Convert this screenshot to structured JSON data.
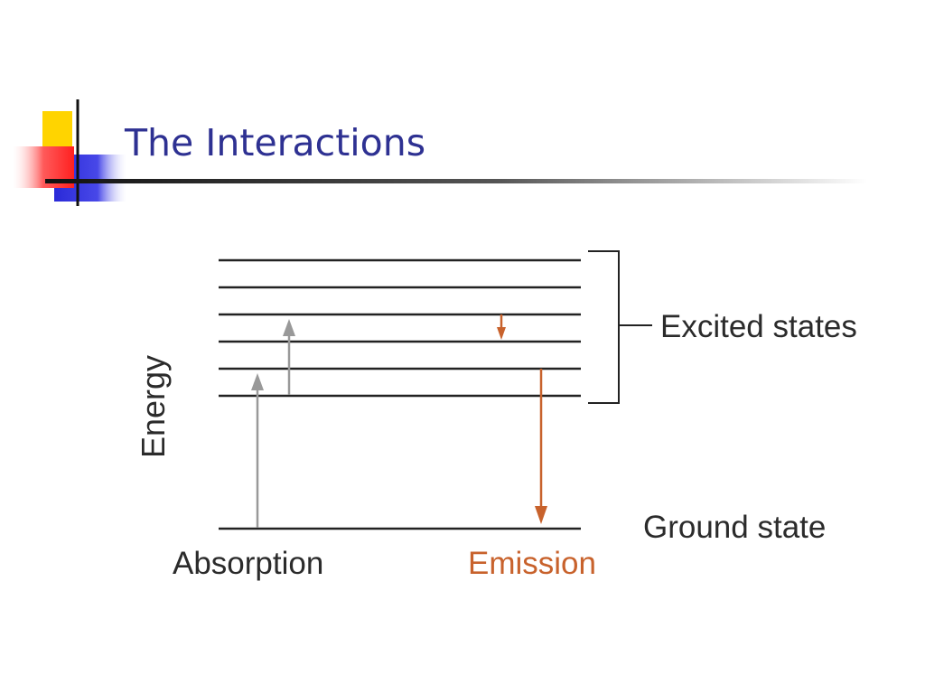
{
  "slide": {
    "title": "The Interactions"
  },
  "diagram": {
    "y_axis_label": "Energy",
    "excited_states_label": "Excited states",
    "ground_state_label": "Ground state",
    "absorption_label": "Absorption",
    "emission_label": "Emission",
    "colors": {
      "title": "#2e3192",
      "level_line": "#222222",
      "absorption_arrow": "#999999",
      "emission_arrow": "#c8622c",
      "text": "#2b2b2b"
    }
  }
}
